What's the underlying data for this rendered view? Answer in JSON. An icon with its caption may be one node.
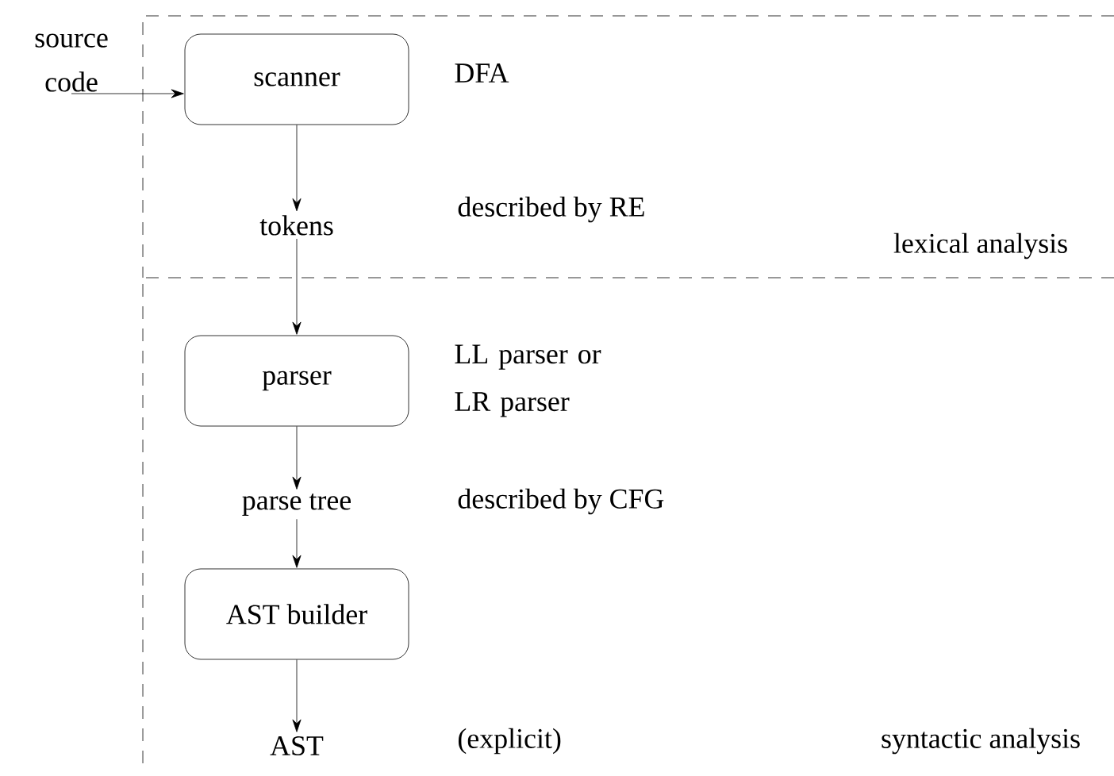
{
  "diagram": {
    "nodes": [
      {
        "text": [
          "source code"
        ]
      },
      {
        "text": [
          "lexical analysis"
        ]
      },
      {
        "text": [
          "scanner"
        ],
        "in": 1,
        "beside": [
          "DFA"
        ]
      },
      {
        "text": [
          "tokens"
        ],
        "in": 1
      },
      {
        "text": [
          "syntactic analysis"
        ]
      },
      {
        "text": [
          "parser"
        ],
        "in": 4,
        "beside": [
          "LL parser or LR parser"
        ]
      },
      {
        "text": [
          "parse tree"
        ],
        "in": 4
      },
      {
        "text": [
          "AST builder"
        ],
        "in": 4
      },
      {
        "text": [
          "AST"
        ],
        "in": 4
      }
    ],
    "edges": [
      {
        "from": 0,
        "to": 2,
        "arrow": "to"
      },
      {
        "from": 2,
        "to": 3,
        "arrow": "to"
      },
      {
        "from": 3,
        "to": 5,
        "arrow": "to"
      },
      {
        "from": 5,
        "to": 6,
        "arrow": "to"
      },
      {
        "from": 6,
        "to": 7,
        "arrow": "to"
      },
      {
        "from": 7,
        "to": 8,
        "arrow": "to"
      }
    ],
    "labels": [
      "described by RE",
      "described by CFG",
      "(explicit)"
    ]
  }
}
